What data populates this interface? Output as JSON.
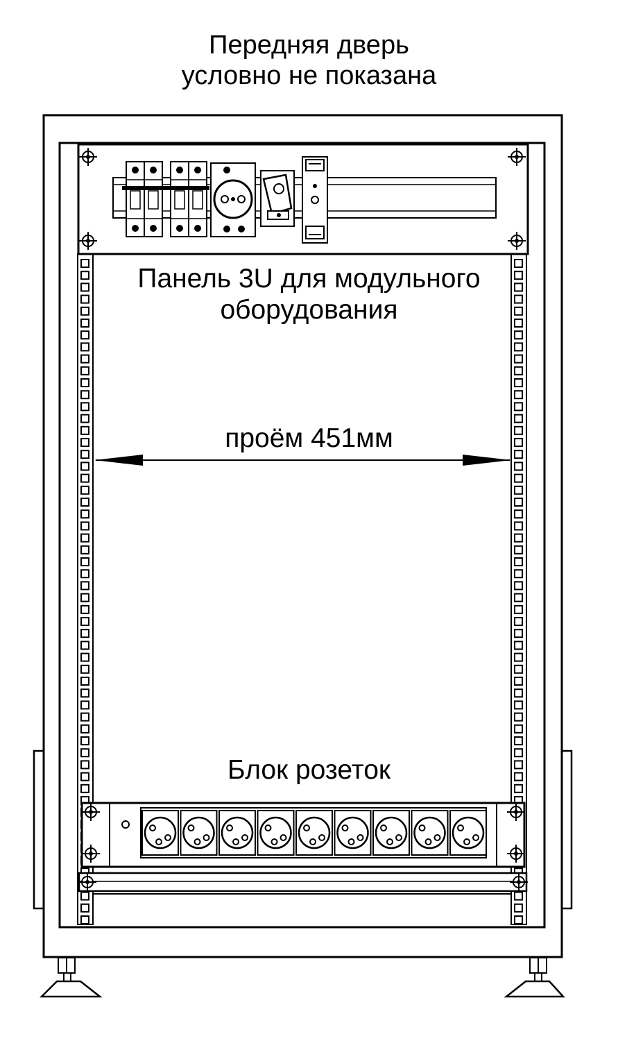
{
  "labels": {
    "door_note_line1": "Передняя дверь",
    "door_note_line2": "условно не показана",
    "panel_line1": "Панель 3U для модульного",
    "panel_line2": "оборудования",
    "opening": "проём 451мм",
    "outlet_strip": "Блок розеток"
  },
  "components": {
    "outlet_strip_sockets": 9,
    "module_panel_sockets": 1
  },
  "colors": {
    "line": "#000000",
    "background": "#ffffff"
  }
}
